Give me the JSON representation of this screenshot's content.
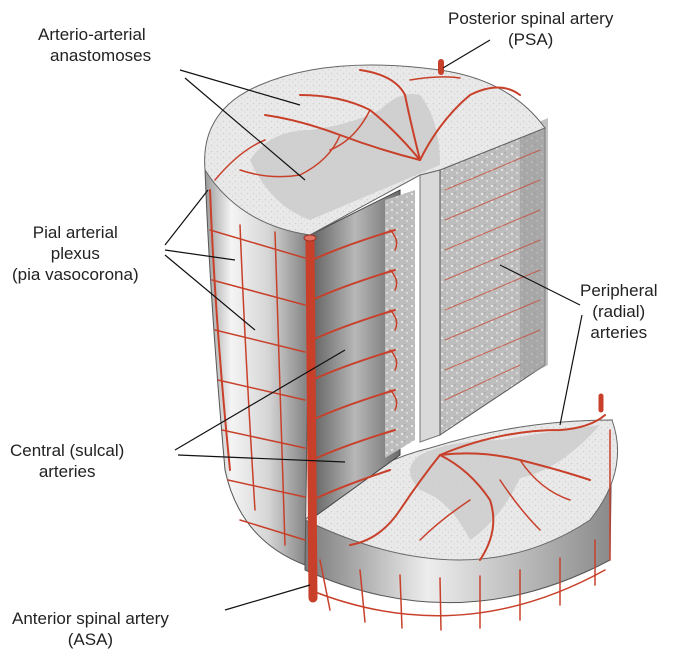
{
  "labels": {
    "arterio_arterial": {
      "line1": "Arterio-arterial",
      "line2": "anastomoses"
    },
    "posterior_spinal": {
      "line1": "Posterior spinal artery",
      "line2": "(PSA)"
    },
    "pial_plexus": {
      "line1": "Pial arterial",
      "line2": "plexus",
      "line3": "(pia vasocorona)"
    },
    "peripheral": {
      "line1": "Peripheral",
      "line2": "(radial)",
      "line3": "arteries"
    },
    "central": {
      "line1": "Central (sulcal)",
      "line2": "arteries"
    },
    "anterior_spinal": {
      "line1": "Anterior spinal artery",
      "line2": "(ASA)"
    }
  },
  "colors": {
    "artery": "#c8402a",
    "white_matter": "#e6e6e6",
    "gray_matter": "#c9c9c9",
    "side_light": "#f2f2f2",
    "side_dark": "#8d8d8d",
    "leader": "#111111"
  }
}
